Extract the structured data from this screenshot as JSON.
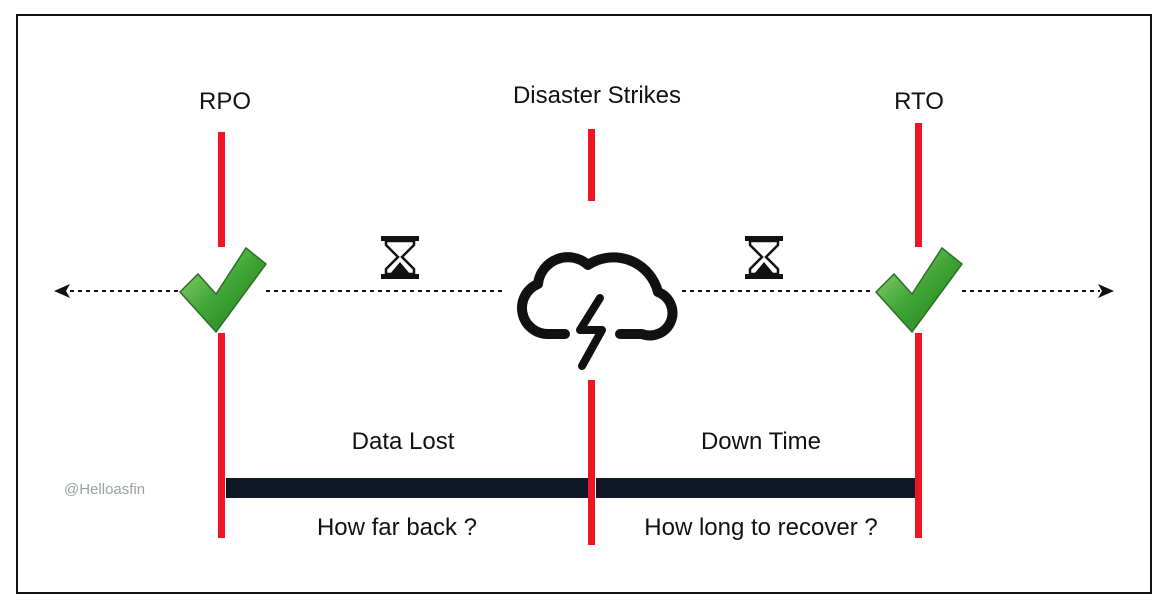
{
  "labels": {
    "rpo": "RPO",
    "disaster": "Disaster Strikes",
    "rto": "RTO",
    "data_lost": "Data Lost",
    "down_time": "Down Time",
    "how_far_back": "How far back ?",
    "how_long_recover": "How long to recover ?"
  },
  "watermark": "@Helloasfin",
  "colors": {
    "marker_line": "#f01522",
    "bar": "#101828",
    "check": "#3fa535",
    "timeline": "#111111"
  },
  "icons": [
    "check-icon",
    "hourglass-icon",
    "storm-cloud-icon",
    "arrow-left-icon",
    "arrow-right-icon"
  ]
}
